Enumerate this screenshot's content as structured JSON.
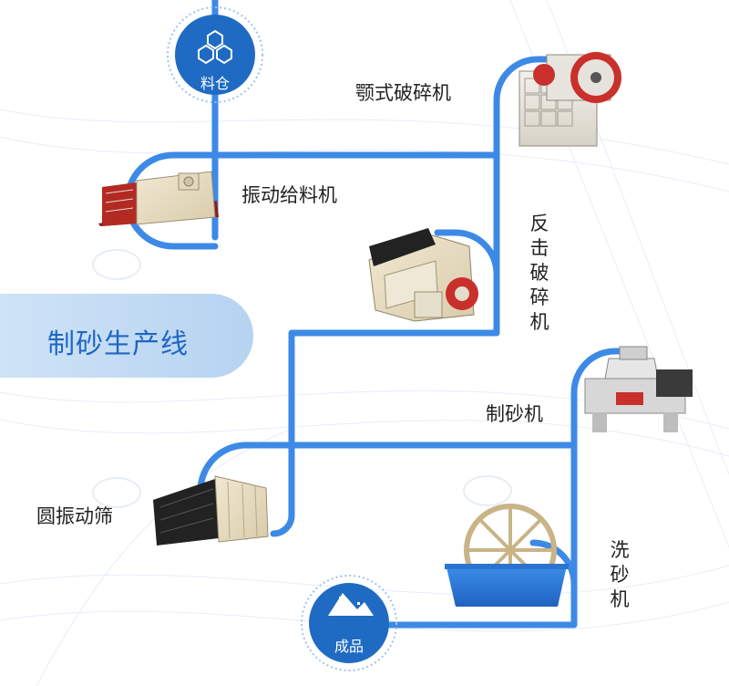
{
  "title": "制砂生产线",
  "nodes": {
    "silo": "料仓",
    "jaw_crusher": "颚式破碎机",
    "vibrating_feeder": "振动给料机",
    "impact_crusher": "反击破碎机",
    "sand_maker": "制砂机",
    "round_screen": "圆振动筛",
    "sand_washer": "洗砂机",
    "product": "成品"
  },
  "colors": {
    "line": "#3d8ae6",
    "badge": "#1f6bc3",
    "title_text": "#1f67c2"
  }
}
